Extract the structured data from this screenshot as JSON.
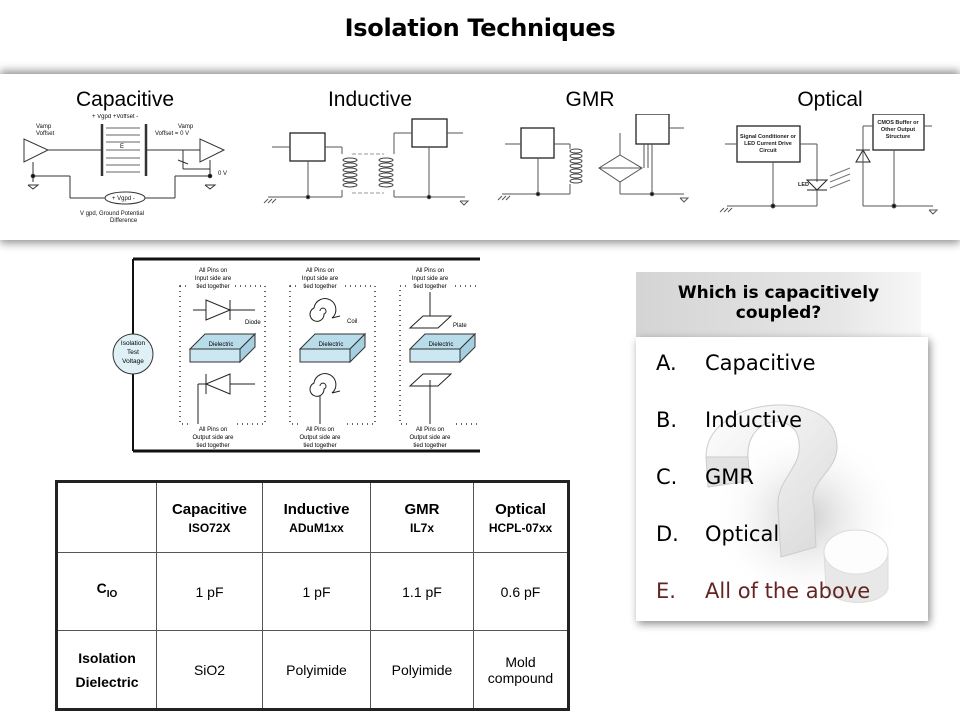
{
  "title": "Isolation Techniques",
  "techniques": [
    {
      "label": "Capacitive",
      "annotations": {
        "top": "+ Vgpd +Voffset -",
        "vamp_left": "Vamp",
        "voffset_left": "Voffset",
        "vamp_right": "Vamp",
        "voffset_right": "Voffset = 0 V",
        "field": "E",
        "zero_v": "0 V",
        "source": "+ Vgpd -",
        "caption_1": "V gpd, Ground Potential",
        "caption_2": "Difference"
      }
    },
    {
      "label": "Inductive"
    },
    {
      "label": "GMR"
    },
    {
      "label": "Optical",
      "annotations": {
        "left_box_1": "Signal Conditioner or",
        "left_box_2": "LED Current Drive",
        "left_box_3": "Circuit",
        "right_box_1": "CMOS Buffer or",
        "right_box_2": "Other Output",
        "right_box_3": "Structure",
        "led": "LED"
      }
    }
  ],
  "isolation_figure": {
    "test_voltage": [
      "Isolation",
      "Test",
      "Voltage"
    ],
    "input_note": [
      "All Pins on",
      "Input side are",
      "tied together"
    ],
    "output_note": [
      "All Pins on",
      "Output side are",
      "tied together"
    ],
    "dielectric": "Dielectric",
    "element_labels": [
      "Diode",
      "Coil",
      "Plate"
    ]
  },
  "comparison_table": {
    "columns": [
      {
        "name": "Capacitive",
        "part": "ISO72X"
      },
      {
        "name": "Inductive",
        "part": "ADuM1xx"
      },
      {
        "name": "GMR",
        "part": "IL7x"
      },
      {
        "name": "Optical",
        "part": "HCPL-07xx"
      }
    ],
    "rows": [
      {
        "label": "C",
        "label_sub": "IO",
        "values": [
          "1 pF",
          "1 pF",
          "1.1 pF",
          "0.6 pF"
        ]
      },
      {
        "label": "Isolation Dielectric",
        "values": [
          "SiO2",
          "Polyimide",
          "Polyimide",
          "Mold compound"
        ]
      }
    ]
  },
  "quiz": {
    "question": "Which is capacitively coupled?",
    "options": [
      {
        "letter": "A.",
        "text": "Capacitive"
      },
      {
        "letter": "B.",
        "text": "Inductive"
      },
      {
        "letter": "C.",
        "text": "GMR"
      },
      {
        "letter": "D.",
        "text": "Optical"
      },
      {
        "letter": "E.",
        "text": "All of the above"
      }
    ],
    "highlight_color": "#632523"
  }
}
